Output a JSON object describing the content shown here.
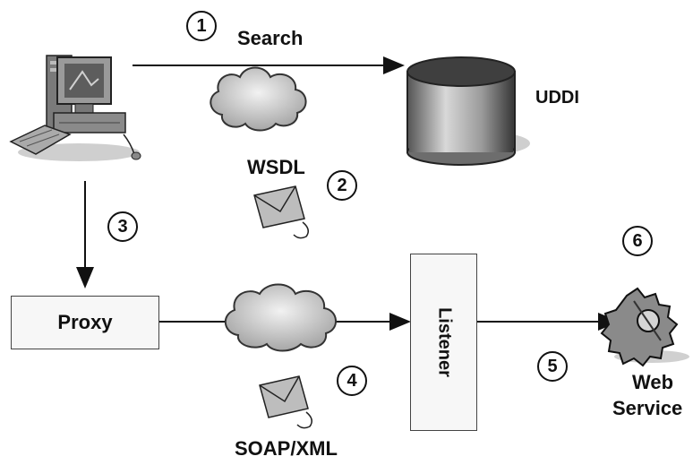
{
  "nodes": {
    "client": {
      "icon": "desktop-computer-icon"
    },
    "uddi": {
      "label": "UDDI",
      "icon": "database-cylinder-icon"
    },
    "wsdl": {
      "label": "WSDL",
      "icon": "cloud-icon"
    },
    "proxy": {
      "label": "Proxy"
    },
    "listener": {
      "label": "Listener"
    },
    "soap": {
      "label": "SOAP/XML",
      "icon": "cloud-icon"
    },
    "web_service": {
      "label_line1": "Web",
      "label_line2": "Service",
      "icon": "gear-service-icon"
    }
  },
  "edges": {
    "search": {
      "label": "Search"
    }
  },
  "steps": [
    "1",
    "2",
    "3",
    "4",
    "5",
    "6"
  ],
  "colors": {
    "line": "#111111",
    "fill": "#d9d9d9"
  }
}
